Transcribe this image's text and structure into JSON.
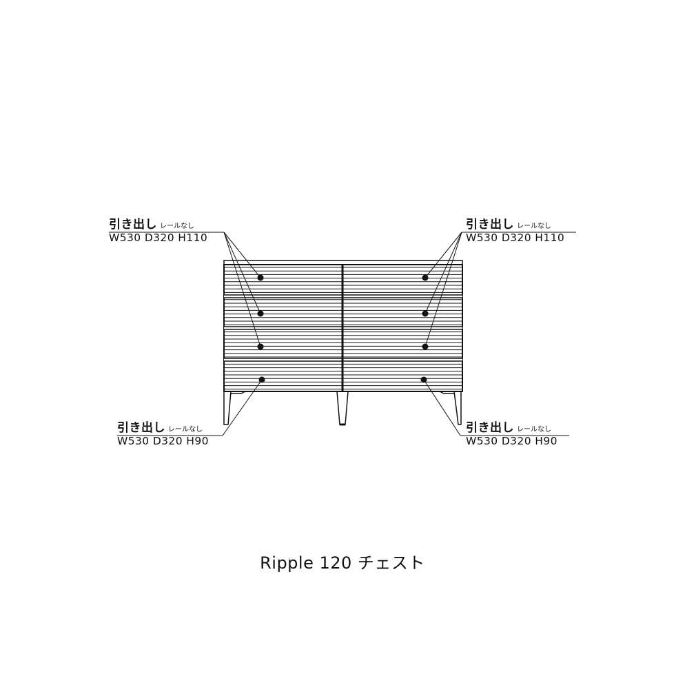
{
  "annotations": {
    "top_left": {
      "title": "引き出し",
      "note": "レールなし",
      "dims": "W530 D320 H110"
    },
    "top_right": {
      "title": "引き出し",
      "note": "レールなし",
      "dims": "W530 D320 H110"
    },
    "bottom_left": {
      "title": "引き出し",
      "note": "レールなし",
      "dims": "W530 D320 H90"
    },
    "bottom_right": {
      "title": "引き出し",
      "note": "レールなし",
      "dims": "W530 D320 H90"
    }
  },
  "caption": "Ripple 120 チェスト",
  "colors": {
    "line": "#111111",
    "background": "#ffffff"
  }
}
